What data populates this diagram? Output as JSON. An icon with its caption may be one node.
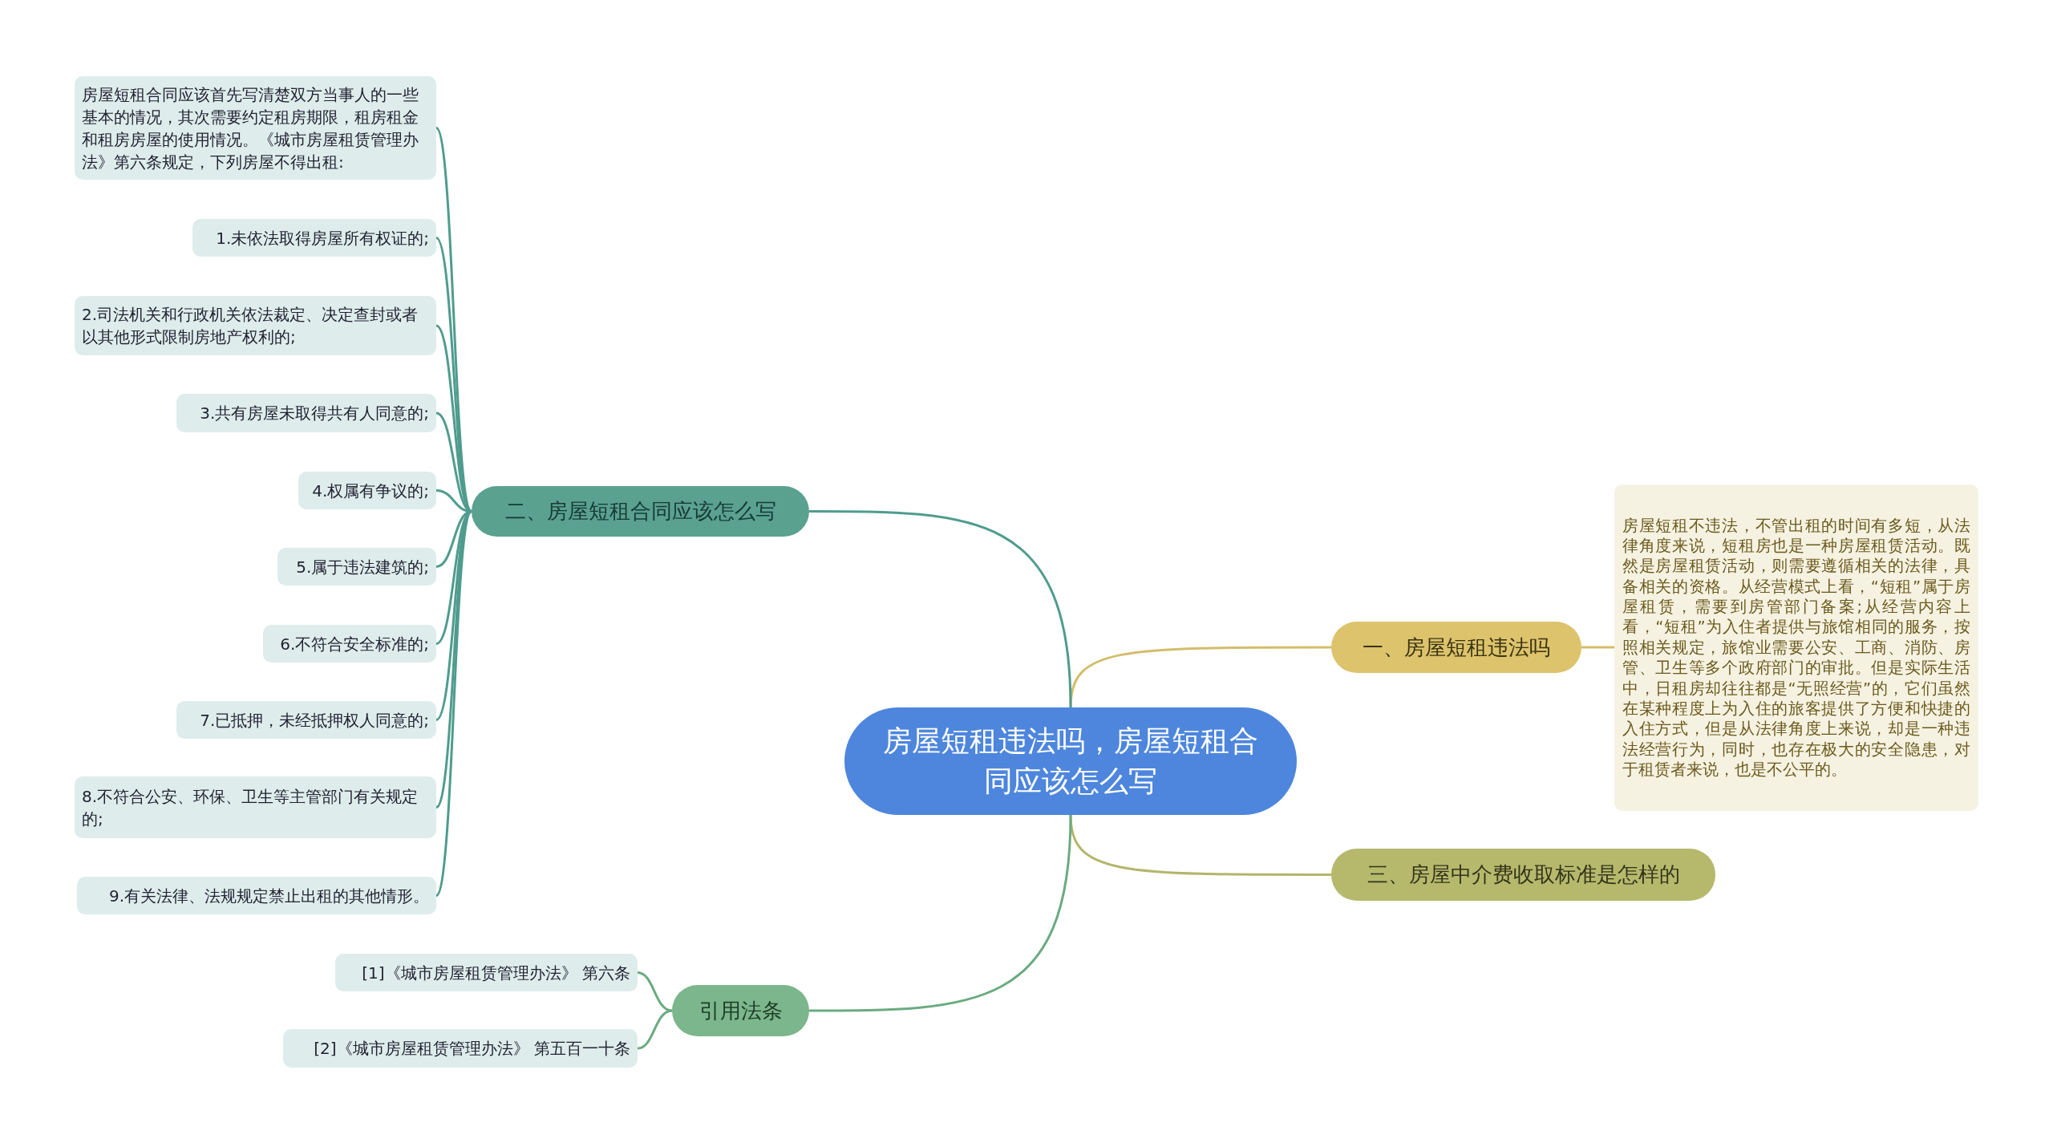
{
  "diagram": {
    "nodes": [
      {
        "text": [
          "房屋短租违法吗，房屋短租合同应该怎么写"
        ]
      },
      {
        "text": [
          "一、房屋短租违法吗"
        ]
      },
      {
        "text": [
          "房屋短租不违法，不管出租的时间有多短，从法律角度来说，短租房也是一种房屋租赁活动。既然是房屋租赁活动，则需要遵循相关的法律，具备相关的资格。从经营模式上看，“短租”属于房屋租赁，需要到房管部门备案;从经营内容上看，“短租”为入住者提供与旅馆相同的服务，按照相关规定，旅馆业需要公安、工商、消防、房管、卫生等多个政府部门的审批。但是实际生活中，日租房却往往都是“无照经营”的，它们虽然在某种程度上为入住的旅客提供了方便和快捷的入住方式，但是从法律角度上来说，却是一种违法经营行为，同时，也存在极大的安全隐患，对于租赁者来说，也是不公平的。"
        ]
      },
      {
        "text": [
          "三、房屋中介费收取标准是怎样的"
        ]
      },
      {
        "text": [
          "二、房屋短租合同应该怎么写"
        ]
      },
      {
        "text": [
          "房屋短租合同应该首先写清楚双方当事人的一些基本的情况，其次需要约定租房期限，租房租金和租房房屋的使用情况。《城市房屋租赁管理办法》第六条规定，下列房屋不得出租:"
        ]
      },
      {
        "text": [
          "1.未依法取得房屋所有权证的;"
        ]
      },
      {
        "text": [
          "2.司法机关和行政机关依法裁定、决定查封或者以其他形式限制房地产权利的;"
        ]
      },
      {
        "text": [
          "3.共有房屋未取得共有人同意的;"
        ]
      },
      {
        "text": [
          "4.权属有争议的;"
        ]
      },
      {
        "text": [
          "5.属于违法建筑的;"
        ]
      },
      {
        "text": [
          "6.不符合安全标准的;"
        ]
      },
      {
        "text": [
          "7.已抵押，未经抵押权人同意的;"
        ]
      },
      {
        "text": [
          "8.不符合公安、环保、卫生等主管部门有关规定的;"
        ]
      },
      {
        "text": [
          "9.有关法律、法规规定禁止出租的其他情形。"
        ]
      },
      {
        "text": [
          "引用法条"
        ]
      },
      {
        "text": [
          "[1]《城市房屋租赁管理办法》 第六条"
        ]
      },
      {
        "text": [
          "[2]《城市房屋租赁管理办法》 第五百一十条"
        ]
      }
    ],
    "edges": [
      {
        "from": 0,
        "to": 1,
        "arrow": "none",
        "color": "#d4bd6a"
      },
      {
        "from": 1,
        "to": 2,
        "arrow": "none",
        "color": "#d4bd6a"
      },
      {
        "from": 0,
        "to": 3,
        "arrow": "none",
        "color": "#b3b56a"
      },
      {
        "from": 0,
        "to": 4,
        "arrow": "none"
      },
      {
        "from": 4,
        "to": 5,
        "arrow": "none"
      },
      {
        "from": 4,
        "to": 6,
        "arrow": "none"
      },
      {
        "from": 4,
        "to": 7,
        "arrow": "none"
      },
      {
        "from": 4,
        "to": 8,
        "arrow": "none"
      },
      {
        "from": 4,
        "to": 9,
        "arrow": "none"
      },
      {
        "from": 4,
        "to": 10,
        "arrow": "none"
      },
      {
        "from": 4,
        "to": 11,
        "arrow": "none"
      },
      {
        "from": 4,
        "to": 12,
        "arrow": "none"
      },
      {
        "from": 4,
        "to": 13,
        "arrow": "none"
      },
      {
        "from": 4,
        "to": 14,
        "arrow": "none"
      },
      {
        "from": 0,
        "to": 15,
        "arrow": "none",
        "color": "#6aab80"
      },
      {
        "from": 15,
        "to": 16,
        "arrow": "none",
        "color": "#6aab80"
      },
      {
        "from": 15,
        "to": 17,
        "arrow": "none",
        "color": "#6aab80"
      }
    ]
  }
}
